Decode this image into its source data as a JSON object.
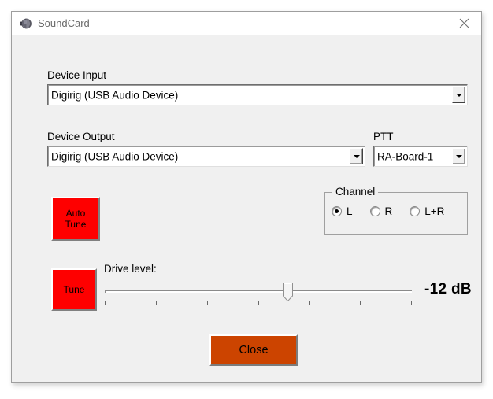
{
  "window": {
    "title": "SoundCard",
    "icon": "speaker-icon",
    "close_label": "×"
  },
  "form": {
    "device_input": {
      "label": "Device Input",
      "value": "Digirig (USB Audio Device)"
    },
    "device_output": {
      "label": "Device Output",
      "value": "Digirig (USB Audio Device)"
    },
    "ptt": {
      "label": "PTT",
      "value": "RA-Board-1"
    },
    "auto_tune_label_line1": "Auto",
    "auto_tune_label_line2": "Tune",
    "tune_label": "Tune",
    "channel": {
      "legend": "Channel",
      "options": [
        {
          "label": "L",
          "selected": true
        },
        {
          "label": "R",
          "selected": false
        },
        {
          "label": "L+R",
          "selected": false
        }
      ]
    },
    "drive_level": {
      "label": "Drive level:",
      "value_text": "-12 dB",
      "percent": 60,
      "tick_count": 7
    },
    "close_button_label": "Close"
  },
  "colors": {
    "tune_red": "#FE0000",
    "close_orange": "#CC4400",
    "client_bg": "#F0F0F0",
    "title_bg": "#FFFFFF"
  }
}
